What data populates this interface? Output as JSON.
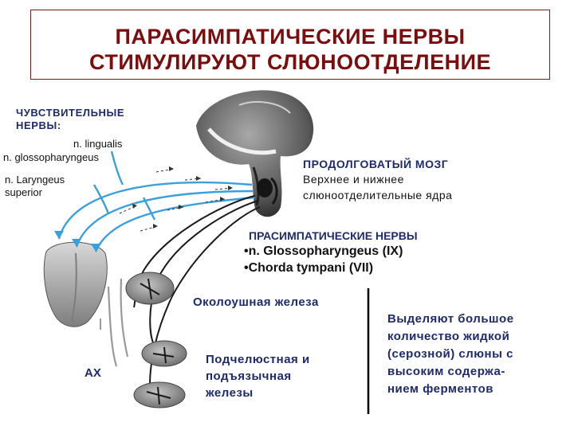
{
  "title": {
    "line1": "ПАРАСИМПАТИЧЕСКИЕ НЕРВЫ",
    "line2": "СТИМУЛИРУЮТ СЛЮНООТДЕЛЕНИЕ"
  },
  "sensory": {
    "heading_line1": "ЧУВСТВИТЕЛЬНЫЕ",
    "heading_line2": "НЕРВЫ:",
    "lingualis": "n. lingualis",
    "glossopharyngeus": "n. glossopharyngeus",
    "laryngeus_line1": "n. Laryngeus",
    "laryngeus_line2": "superior"
  },
  "medulla": {
    "heading": "ПРОДОЛГОВАТЫЙ МОЗГ",
    "line1": "Верхнее и нижнее",
    "line2": "слюноотделительные ядра"
  },
  "parasympathetic": {
    "heading": "ПРАСИМПАТИЧЕСКИЕ НЕРВЫ",
    "item1": "•n. Glossopharyngeus (IX)",
    "item2": "•Chorda tympani (VII)"
  },
  "glands": {
    "parotid": "Околоушная железа",
    "sub_line1": "Подчелюстная и",
    "sub_line2": "подъязычная",
    "sub_line3": "железы",
    "ax": "AX"
  },
  "result": {
    "line1": "Выделяют большое",
    "line2": "количество жидкой",
    "line3": "(серозной) слюны с",
    "line4": "высоким содержа-",
    "line5": "нием ферментов"
  },
  "colors": {
    "title": "#7a0e0e",
    "sensory_nerve": "#3aa0dc",
    "text_navy": "#1e2a6a"
  }
}
